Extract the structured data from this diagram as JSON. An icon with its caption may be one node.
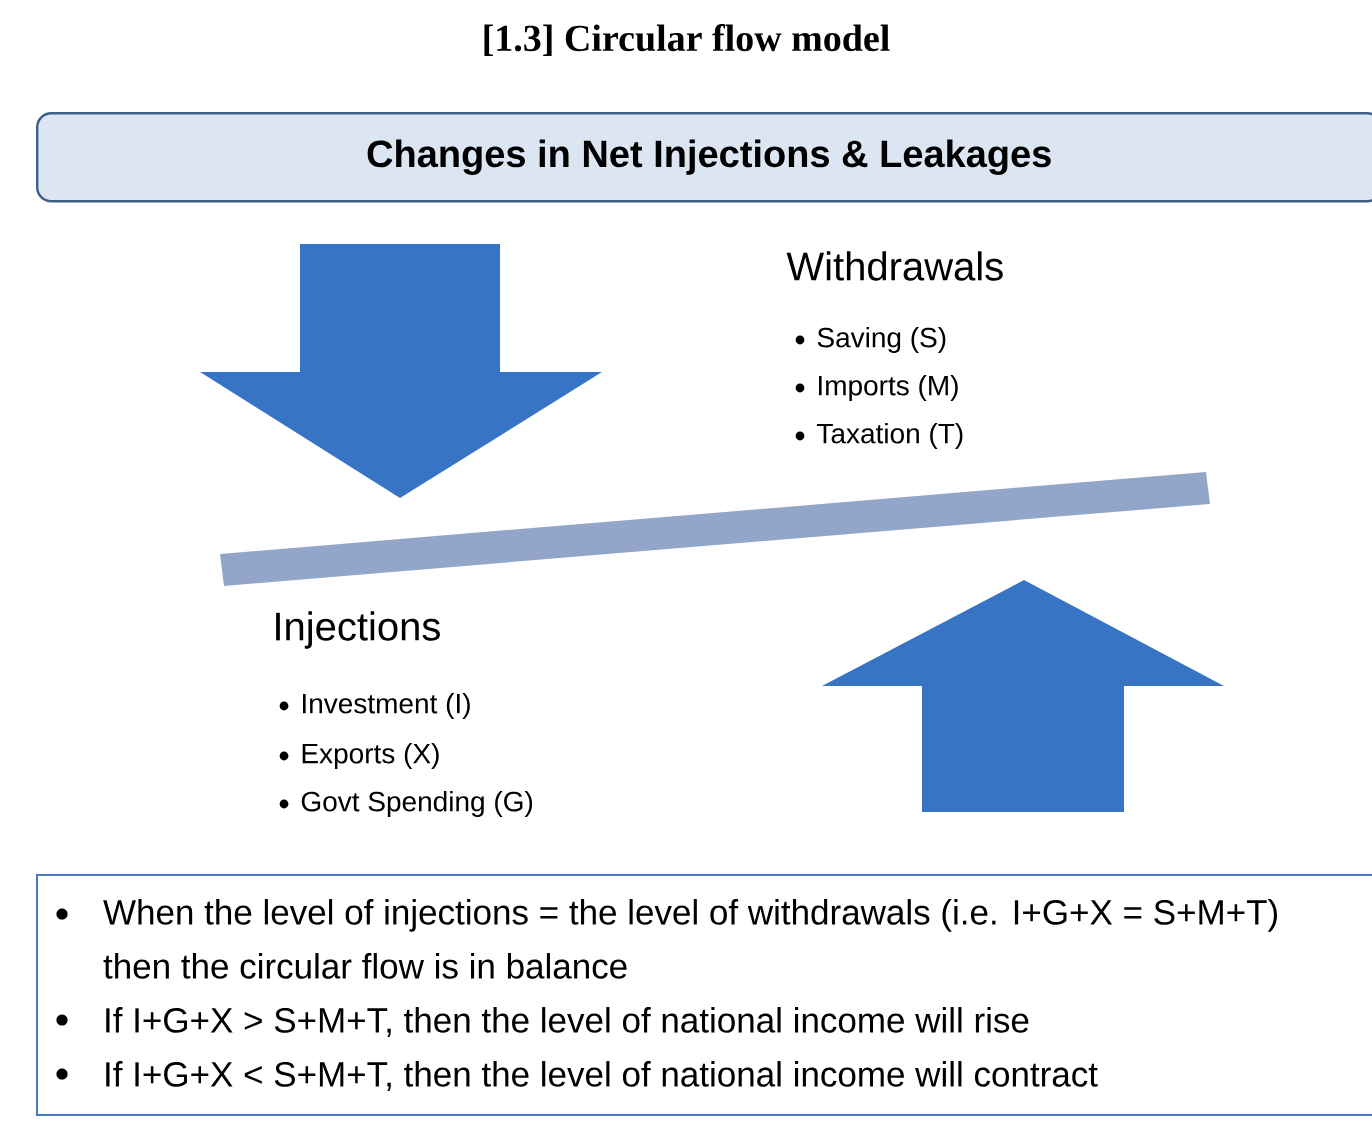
{
  "diagram": {
    "title": "[1.3] Circular flow model",
    "nodes": [
      {
        "text": [
          "Changes in Net Injections & Leakages"
        ]
      },
      {
        "text": [
          "When the level of injections = the level of withdrawals (i.e. I+G+X = S+M+T) then the circular flow is in balance",
          "If I+G+X > S+M+T, then the level of national income will rise",
          "If I+G+X < S+M+T, then the level of national income will contract"
        ]
      }
    ],
    "labels": [
      "Withdrawals",
      "Saving (S)",
      "Imports (M)",
      "Taxation (T)",
      "Injections",
      "Investment (I)",
      "Exports (X)",
      "Govt Spending (G)"
    ]
  }
}
